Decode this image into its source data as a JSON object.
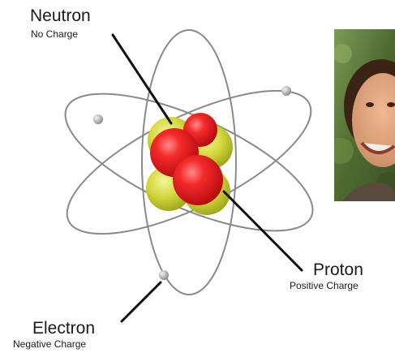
{
  "labels": {
    "neutron": {
      "title": "Neutron",
      "subtitle": "No Charge"
    },
    "proton": {
      "title": "Proton",
      "subtitle": "Positive Charge"
    },
    "electron": {
      "title": "Electron",
      "subtitle": "Negative Charge"
    }
  },
  "colors": {
    "orbit": "#8a8a8a",
    "proton": "#e8141a",
    "neutron": "#c7cf2a",
    "electron": "#a9a9a9",
    "pointer": "#111111"
  },
  "photo": {
    "subject": "portrait-photo"
  }
}
